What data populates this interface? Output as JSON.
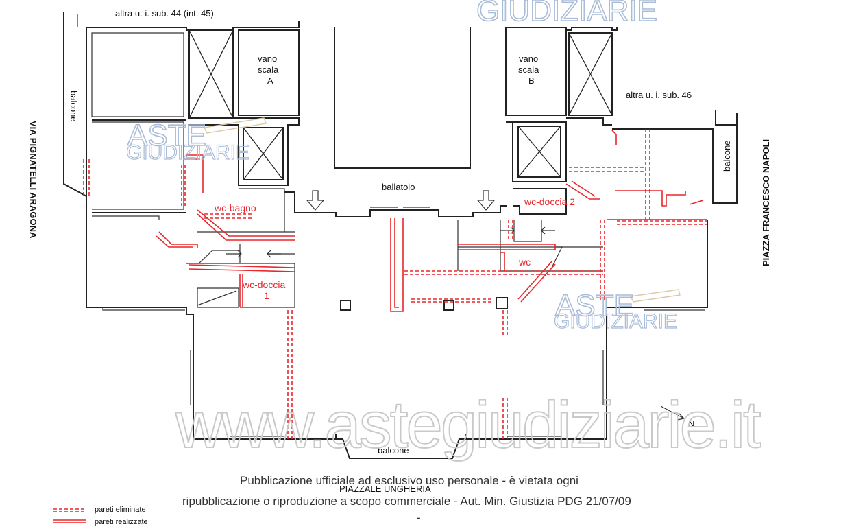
{
  "labels": {
    "neighbor_top": "altra u. i. sub. 44 (int. 45)",
    "neighbor_right": "altra u. i. sub. 46",
    "stair_a": [
      "vano",
      "scala",
      "A"
    ],
    "stair_b": [
      "vano",
      "scala",
      "B"
    ],
    "balcony_left": "balcone",
    "balcony_right": "balcone",
    "balcony_bottom": "balcone",
    "gallery": "ballatoio",
    "wc_bagno": "wc-bagno",
    "wc_doccia_1": [
      "wc-doccia",
      "1"
    ],
    "wc_doccia_2": "wc-doccia 2",
    "wc": "wc",
    "north": "N"
  },
  "streets": {
    "left": "VIA PIGNATELLI ARAGONA",
    "right": "PIAZZA FRANCESCO NAPOLI",
    "bottom": "PIAZZALE UNGHERIA"
  },
  "legend": {
    "removed": "pareti eliminate",
    "built": "pareti realizzate"
  },
  "notice": {
    "line1": "Pubblicazione ufficiale ad esclusivo uso personale - è vietata ogni",
    "line2": "ripubblicazione o riproduzione a scopo commerciale - Aut. Min. Giustizia PDG 21/07/09"
  },
  "watermark": {
    "site": "www.astegiudiziarie.it",
    "logo_top": "ASTE",
    "logo_bottom": "GIUDIZIARIE",
    "header_fragment": "GIUDIZIARIE"
  },
  "colors": {
    "modified_walls": "#e8262b",
    "walls": "#222222",
    "watermark_logo": "#a9bcd8"
  }
}
